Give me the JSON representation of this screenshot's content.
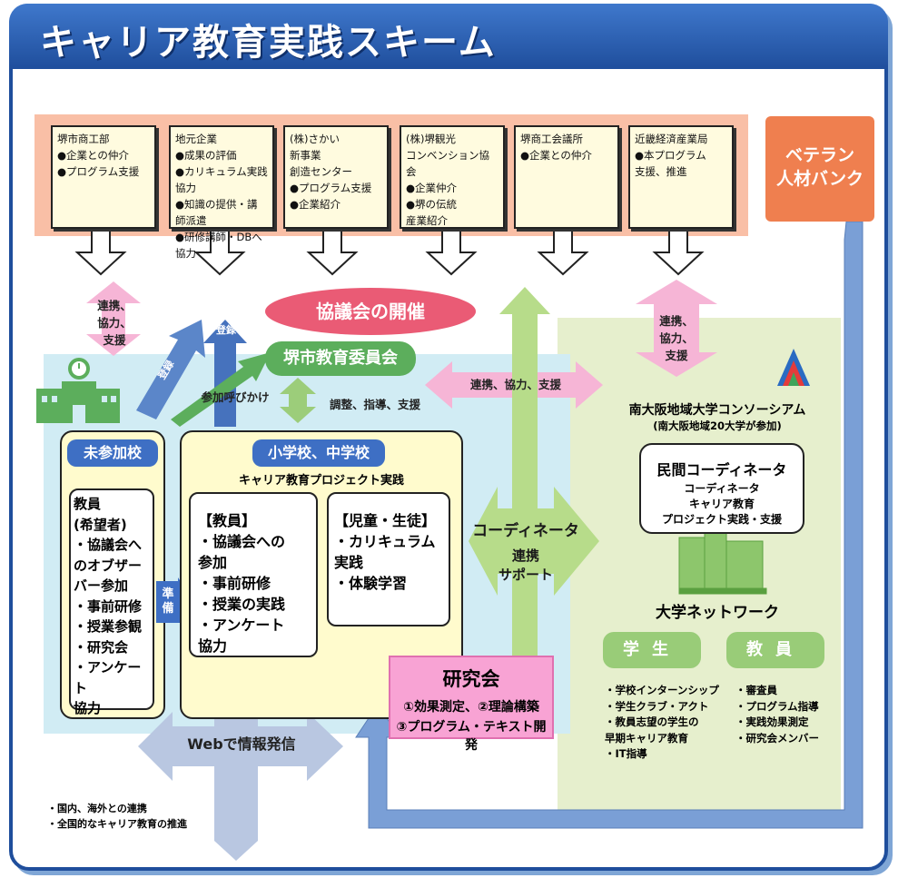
{
  "title": "キャリア教育実践スキーム",
  "organizations": [
    {
      "text": "堺市商工部\n●企業との仲介\n●プログラム支援"
    },
    {
      "text": "地元企業\n●成果の評価\n●カリキュラム実践協力\n●知識の提供・講師派遣\n●研修講師・DBへ協力"
    },
    {
      "text": "(株)さかい\n新事業\n創造センター\n●プログラム支援\n●企業紹介"
    },
    {
      "text": "(株)堺観光\nコンベンション協会\n●企業仲介\n●堺の伝統\n産業紹介"
    },
    {
      "text": "堺商工会議所\n●企業との仲介"
    },
    {
      "text": "近畿経済産業局\n●本プログラム\n支援、推進"
    }
  ],
  "veteran_bank": "ベテラン\n人材バンク",
  "council_meeting": "協議会の開催",
  "board_of_education": "堺市教育委員会",
  "labels": {
    "cooperation_left": "連携、\n協力、\n支援",
    "cooperation_right": "連携、\n協力、\n支援",
    "cooperation_middle": "連携、協力、支援",
    "registration_1": "登録",
    "registration_2": "登録",
    "participation_call": "参加呼びかけ",
    "coordination": "調整、指導、支援"
  },
  "non_participating": {
    "title": "未参加校",
    "body": "教員\n(希望者)\n・協議会へ\nのオブザー\nバー参加\n・事前研修\n・授業参観\n・研究会\n・アンケート\n協力"
  },
  "preparation": "準\n備",
  "schools": {
    "title": "小学校、中学校",
    "subtitle": "キャリア教育プロジェクト実践",
    "teachers": "【教員】\n・協議会への\n参加\n・事前研修\n・授業の実践\n・アンケート\n協力",
    "students": "【児童・生徒】\n・カリキュラム\n実践\n・体験学習"
  },
  "coordinator": {
    "title": "コーディネータ",
    "line1": "連携",
    "line2": "サポート"
  },
  "research": {
    "title": "研究会",
    "line1": "①効果測定、②理論構築",
    "line2": "③プログラム・テキスト開発"
  },
  "web": "Webで情報発信",
  "consortium": {
    "name": "南大阪地域大学コンソーシアム",
    "note": "(南大阪地域20大学が参加)"
  },
  "private_coordinator": {
    "title": "民間コーディネータ",
    "body": "コーディネータ\nキャリア教育\nプロジェクト実践・支援"
  },
  "university_network": "大学ネットワーク",
  "students_pill": "学生",
  "faculty_pill": "教員",
  "students_list": "・学校インターンシップ\n・学生クラブ・アクト\n・教員志望の学生の\n早期キャリア教育\n・IT指導",
  "faculty_list": "・審査員\n・プログラム指導\n・実践効果測定\n・研究会メンバー",
  "footer": "・国内、海外との連携\n・全国的なキャリア教育の推進",
  "colors": {
    "header": "#1f4e9c",
    "org_band": "#f9bfa6",
    "veteran": "#ef7f4f",
    "council": "#ea5b75",
    "board": "#5cae5c",
    "research": "#f8a3d4",
    "green_area": "#e6efcd",
    "blue_area": "#d1ecf4",
    "pill_green": "#99cc78"
  }
}
